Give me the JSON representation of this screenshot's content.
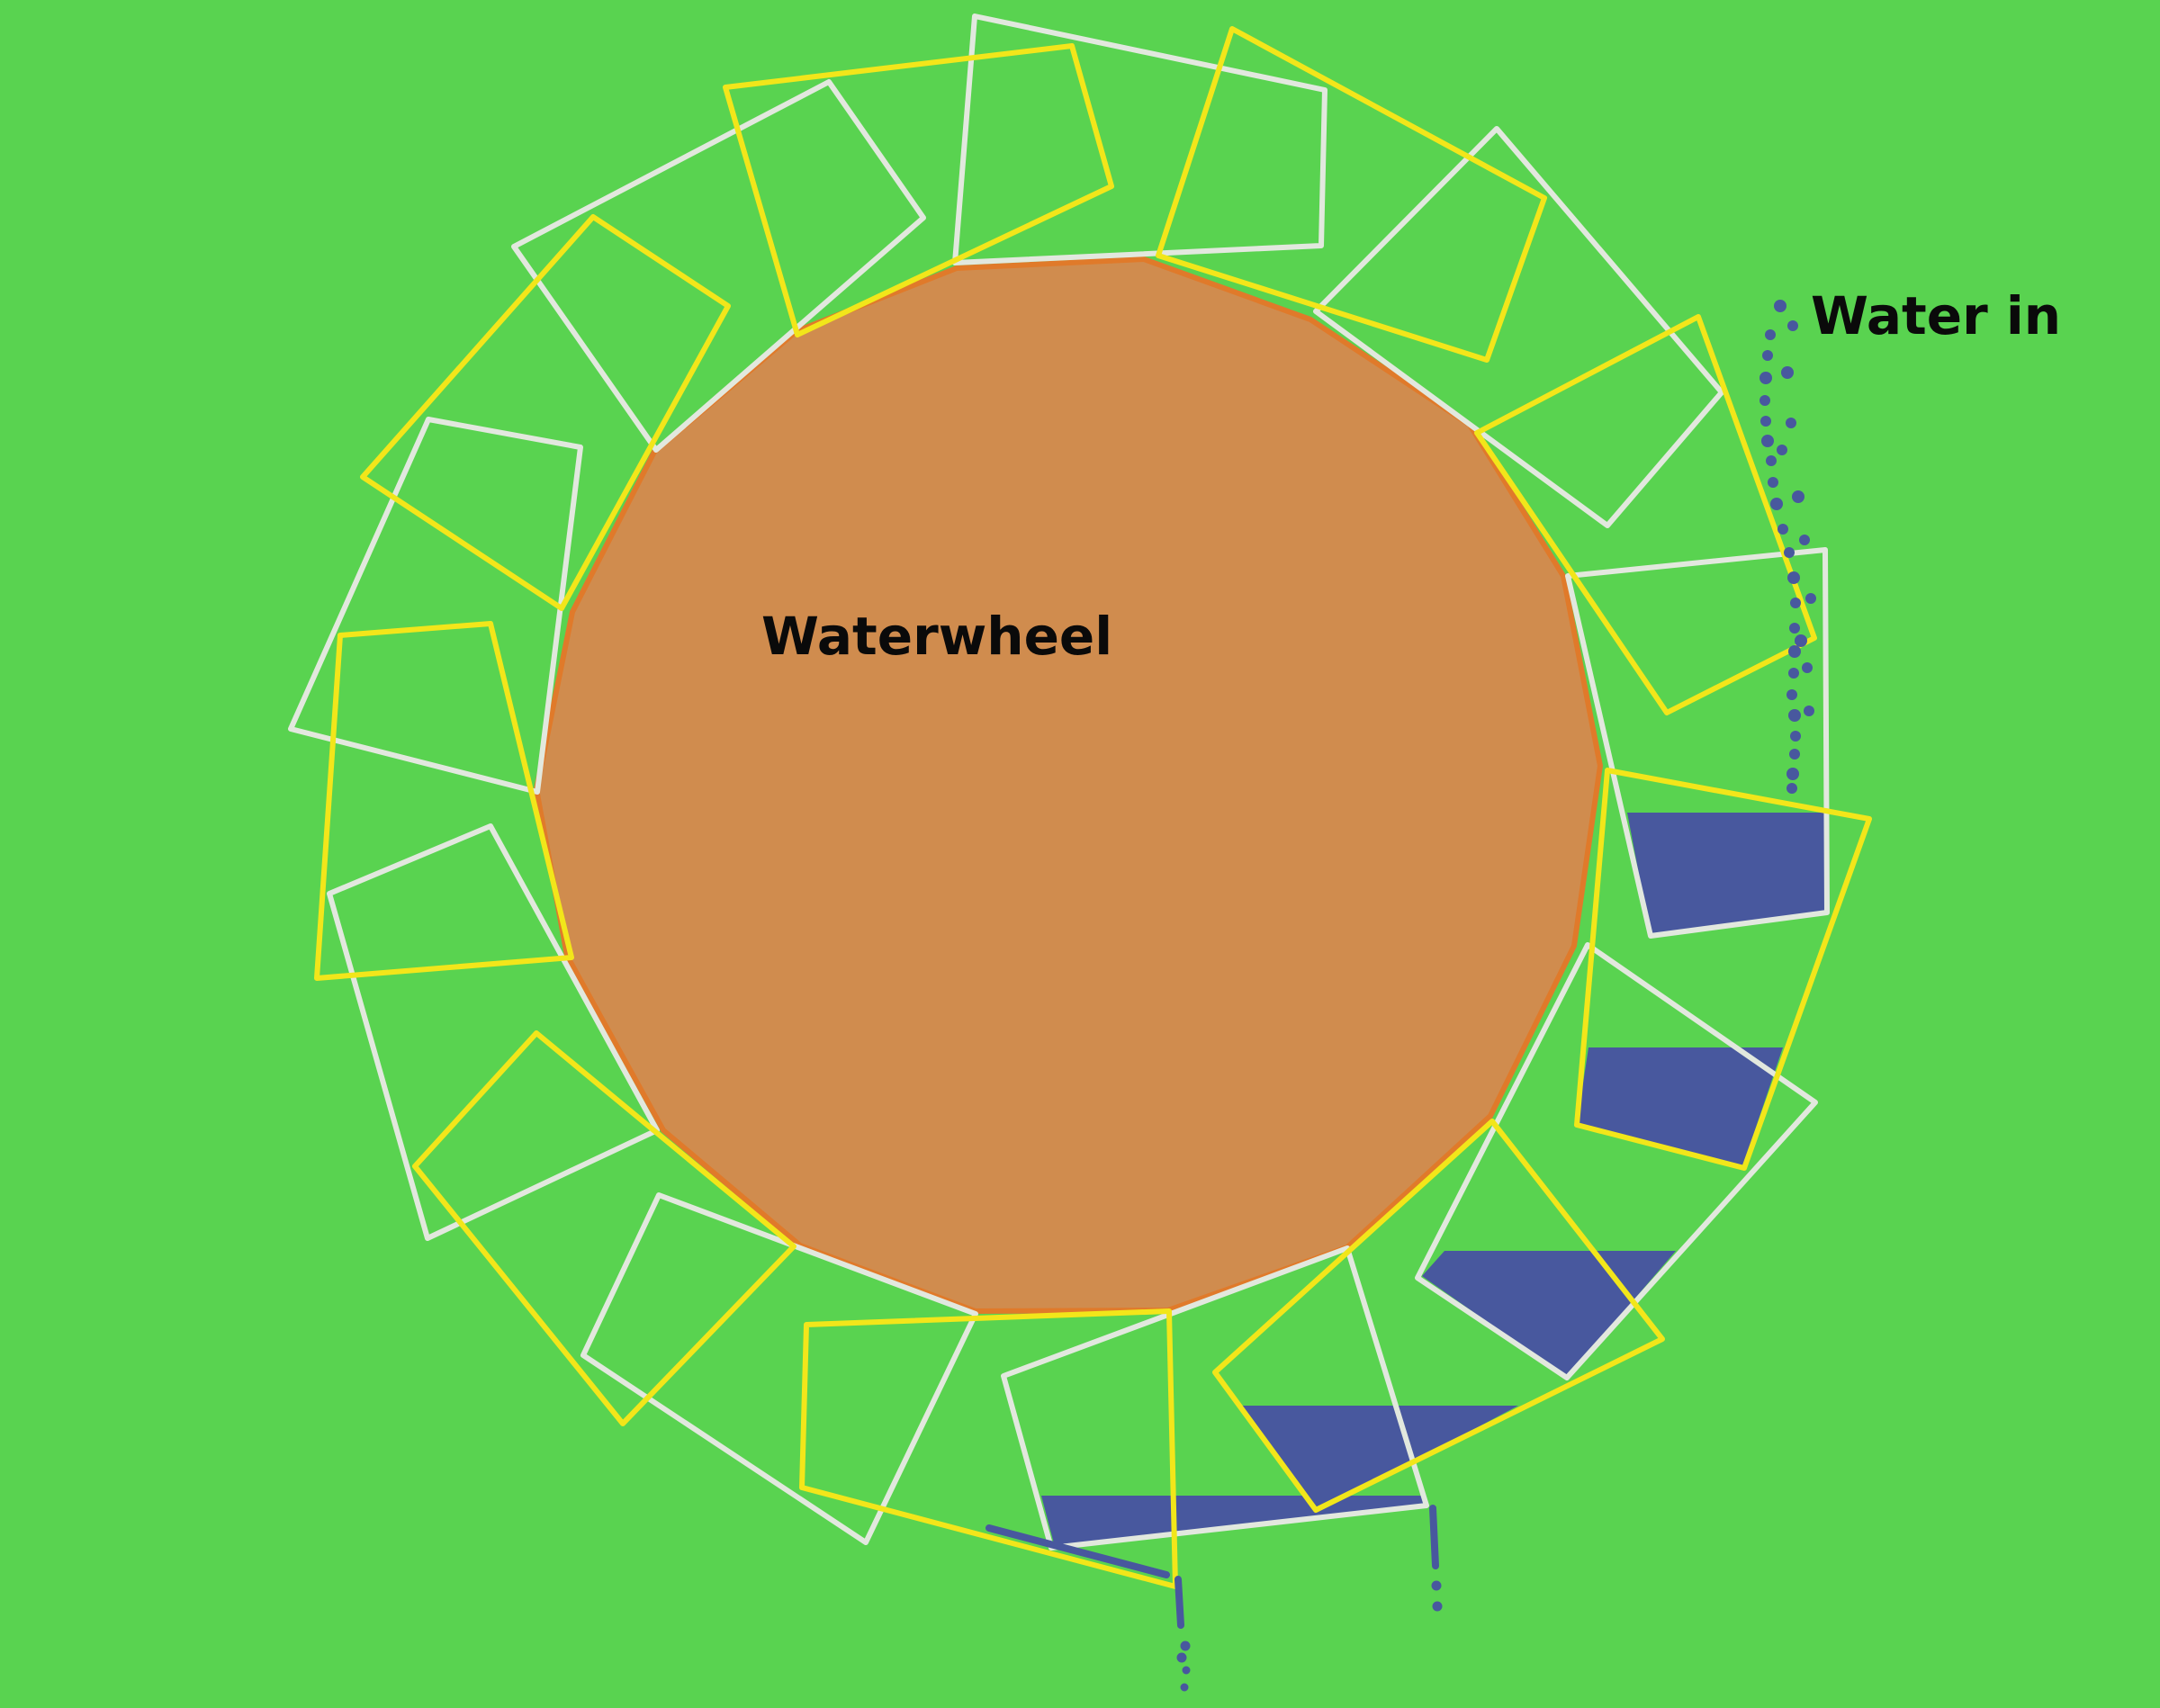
{
  "labels": {
    "wheel": "Waterwheel",
    "water_in": "Water in"
  },
  "colors": {
    "background": "#59d350",
    "wheel_fill": "#d08c4e",
    "wheel_edge": "#e07a2a",
    "bucket_yellow": "#f2e61a",
    "bucket_white": "#e2e8de",
    "water": "#48589e",
    "label_text": "#0a0a0a"
  },
  "icons": [
    "waterwheel-hub",
    "bucket-outline",
    "water-fill",
    "water-droplet"
  ]
}
